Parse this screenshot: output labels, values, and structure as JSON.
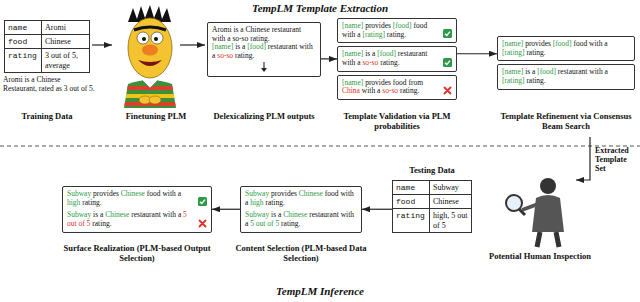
{
  "diagram": {
    "title": "TempLM Template Extraction",
    "nodes": [
      {
        "text": [
          "name",
          "Aromi",
          "food",
          "Chinese",
          "rating",
          "3 out of 5, average"
        ]
      },
      {
        "text": [
          "Aromi is a Chinese restaurant with a so-so rating.",
          "[name] is a [food] restaurant with a so-so rating."
        ]
      },
      {
        "text": [
          "[name] provides [food] food with a [rating] rating."
        ]
      },
      {
        "text": [
          "[name] is a [food] restaurant with a so-so rating."
        ]
      },
      {
        "text": [
          "[name] provides food from China with a so-so rating."
        ]
      },
      {
        "text": [
          "[name] provides [food] food with a [rating] rating."
        ]
      },
      {
        "text": [
          "[name] is a [food] restaurant with a [rating] rating."
        ]
      },
      {
        "text": [
          "name",
          "Subway",
          "food",
          "Chinese",
          "rating",
          "high, 5 out of 5"
        ]
      },
      {
        "text": [
          "Subway provides Chinese food with a high rating.",
          "Subway is a Chinese restaurant with a 5 out of 5 rating."
        ]
      },
      {
        "text": [
          "Subway provides Chinese food with a high rating.",
          "Subway is a Chinese restaurant with a 5 out of 5 rating."
        ]
      }
    ],
    "edges": [
      {
        "from": 1,
        "to": 3,
        "arrow": "to"
      },
      {
        "from": 3,
        "to": 5,
        "arrow": "to"
      },
      {
        "from": 7,
        "to": 8,
        "arrow": "to"
      },
      {
        "from": 8,
        "to": 9,
        "arrow": "to"
      }
    ],
    "labels": [
      "TempLM Inference",
      "Aromi is a Chinese Restaurant, rated as 3 out of 5.",
      "Training Data",
      "Finetuning PLM",
      "Delexicalizing PLM outputs",
      "Template Validation via PLM probabilities",
      "Template Refinement via Consensus Beam Search",
      "Extracted Template Set",
      "Testing Data",
      "Potential Human Inspection",
      "Content Selection (PLM-based Data Selection)",
      "Surface Realization (PLM-based Output Selection)"
    ]
  }
}
